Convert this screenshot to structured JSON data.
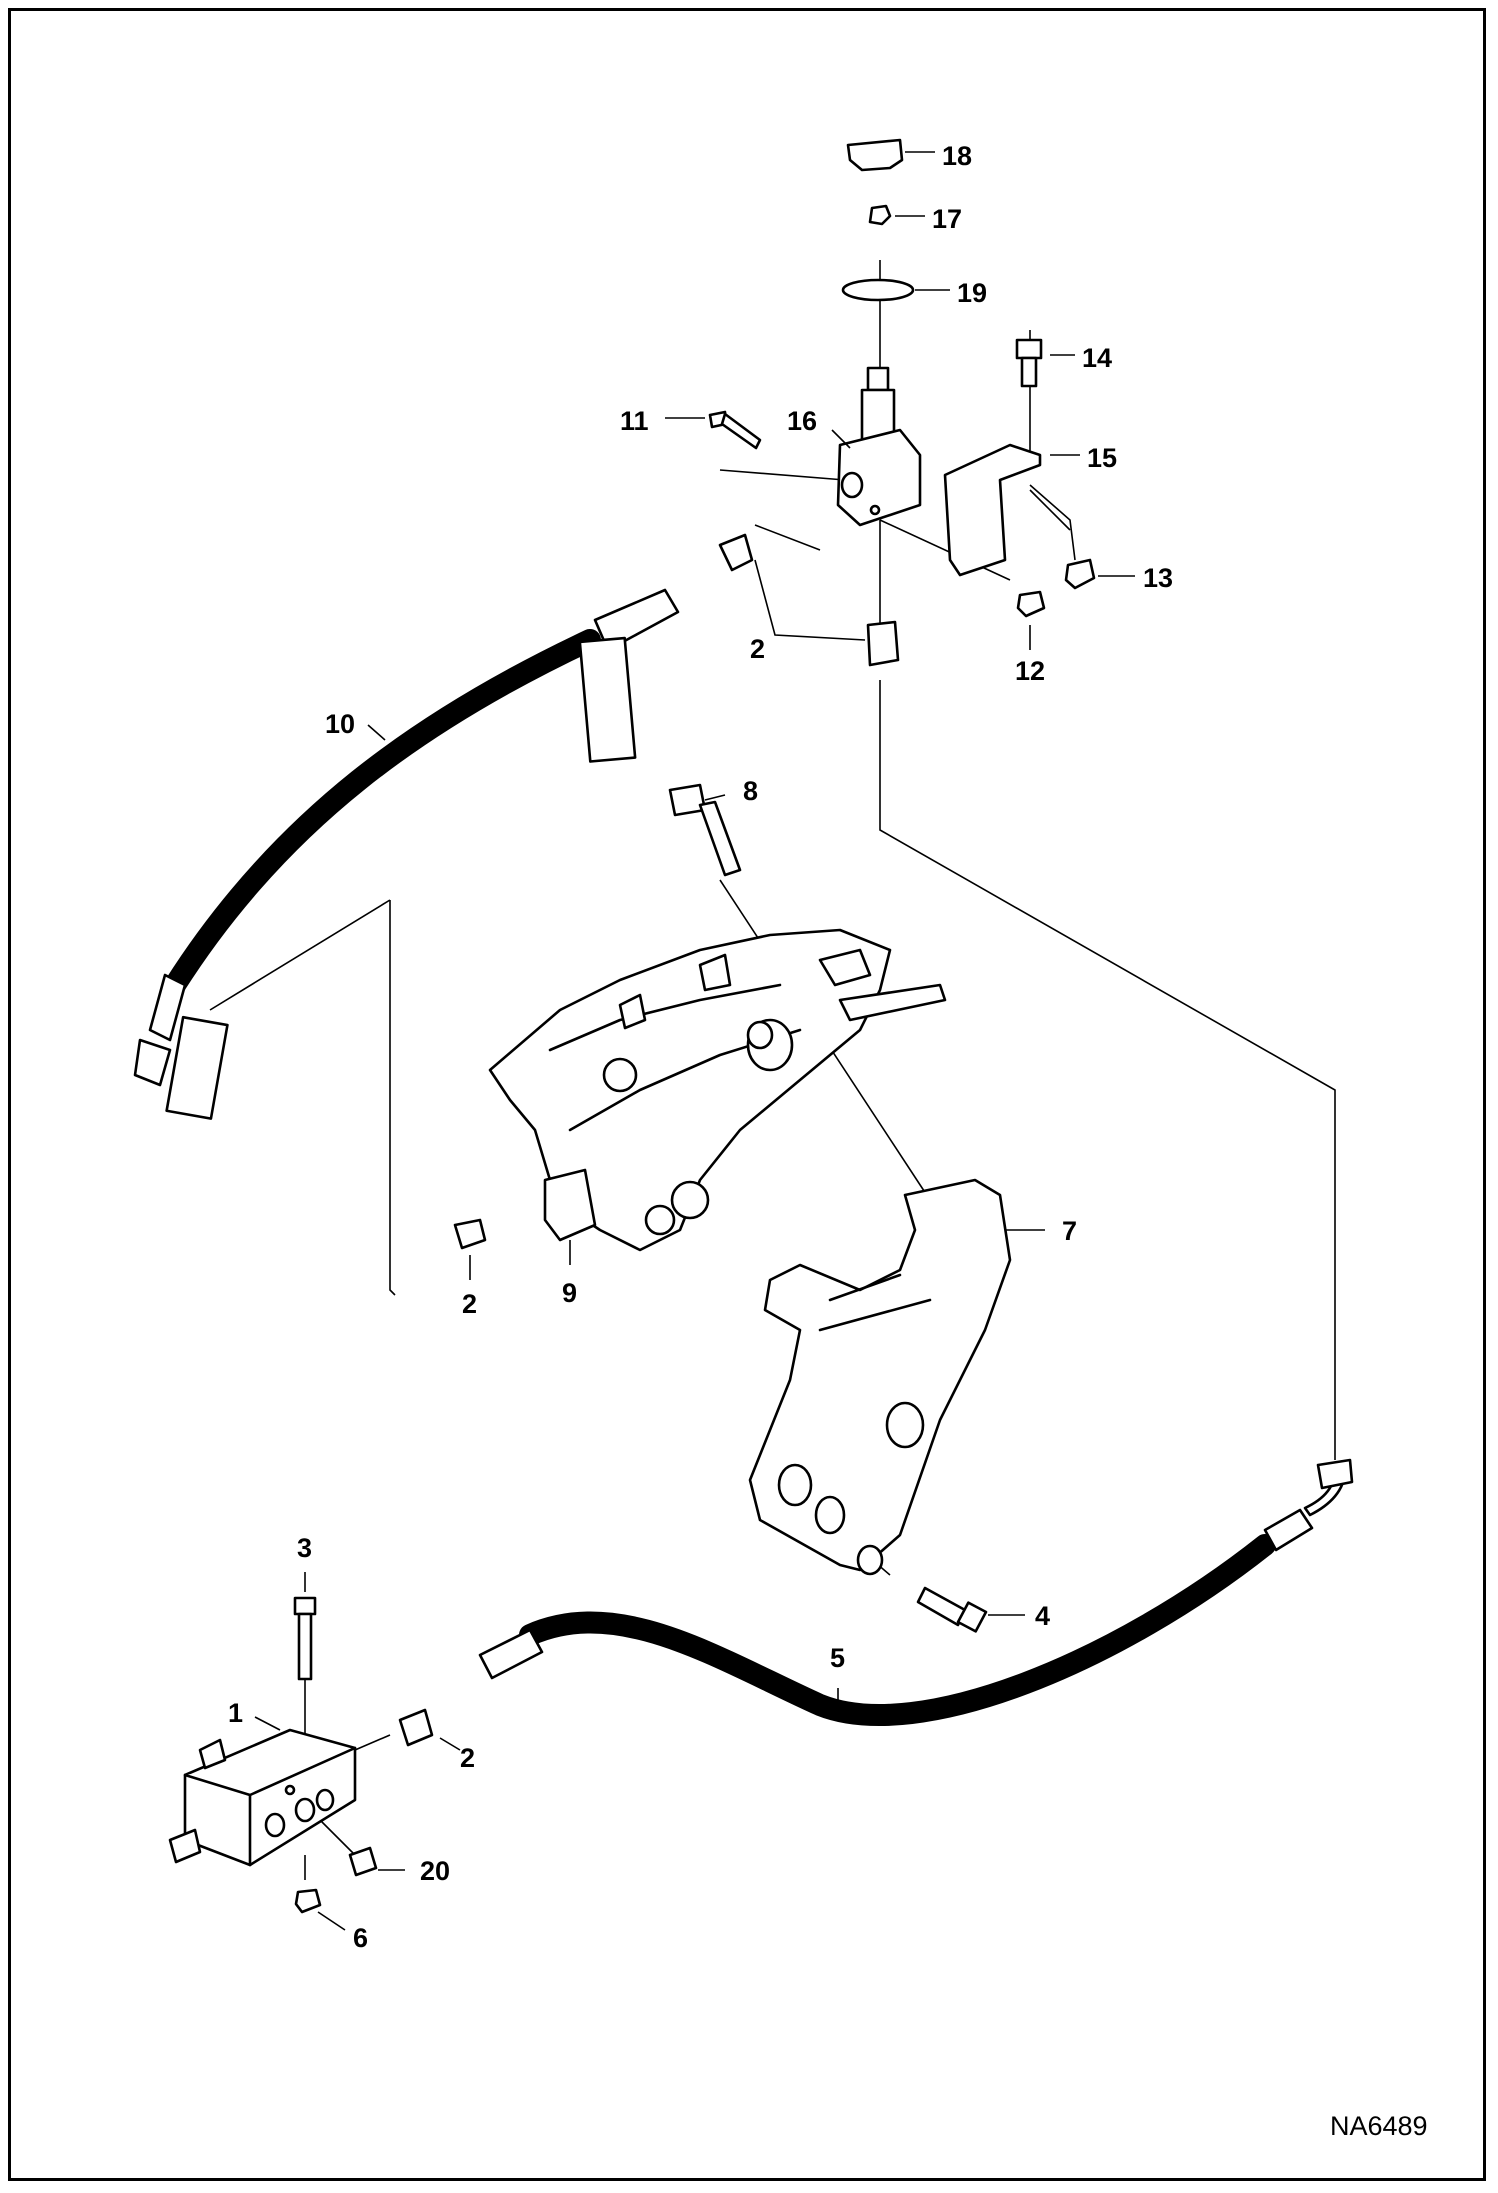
{
  "figure_id": "NA6489",
  "callouts": {
    "c1": "1",
    "c2a": "2",
    "c2b": "2",
    "c2c": "2",
    "c3": "3",
    "c4": "4",
    "c5": "5",
    "c6": "6",
    "c7": "7",
    "c8": "8",
    "c9": "9",
    "c10": "10",
    "c11": "11",
    "c12": "12",
    "c13": "13",
    "c14": "14",
    "c15": "15",
    "c16": "16",
    "c17": "17",
    "c18": "18",
    "c19": "19",
    "c20": "20"
  }
}
